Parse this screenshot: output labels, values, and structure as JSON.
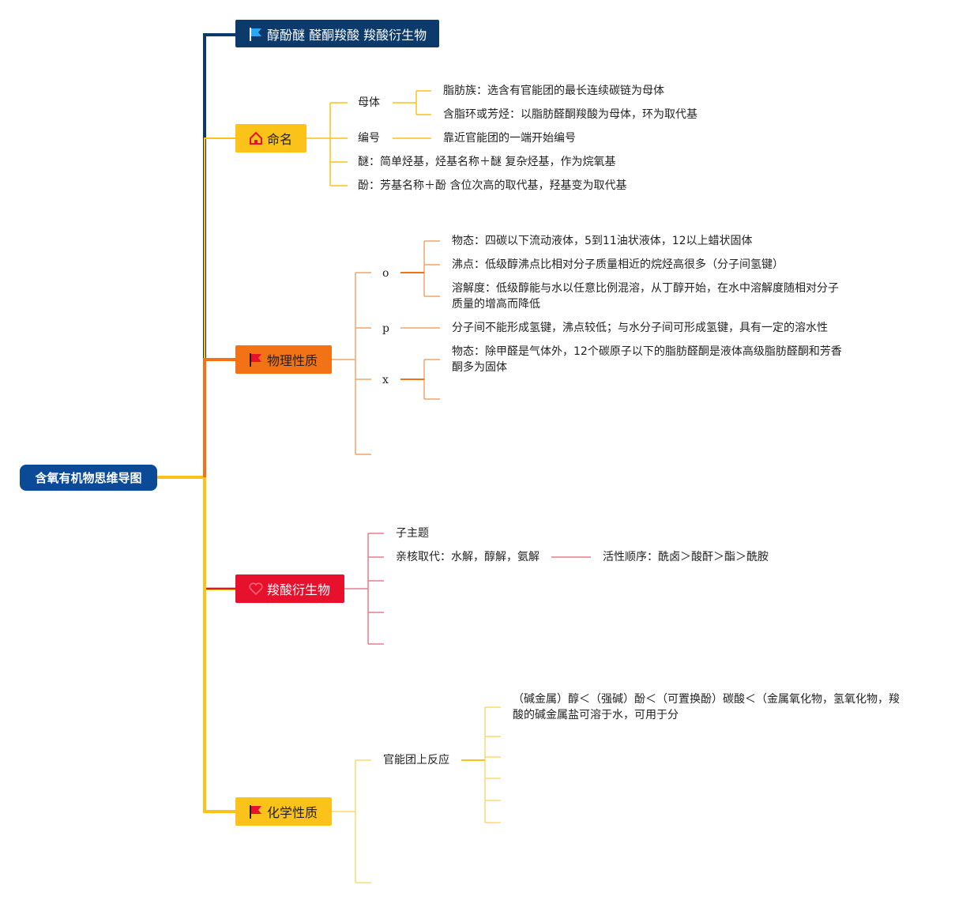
{
  "root": {
    "label": "含氧有机物思维导图"
  },
  "branches": {
    "overview": {
      "label": "醇酚醚 醛酮羧酸 羧酸衍生物",
      "icon": "flag-icon"
    },
    "naming": {
      "label": "命名",
      "icon": "house-icon",
      "parent": "母体",
      "aliphatic": "脂肪族：选含有官能团的最长连续碳链为母体",
      "ring": "含脂环或芳烃：以脂肪醛酮羧酸为母体，环为取代基",
      "numbering": "编号",
      "numbering_rule": "靠近官能团的一端开始编号",
      "ether": "醚：简单烃基，烃基名称＋醚 复杂烃基，作为烷氧基",
      "phenol": "酚：芳基名称＋酚 含位次高的取代基，羟基变为取代基"
    },
    "physical": {
      "label": "物理性质",
      "icon": "flag-icon",
      "o": "o",
      "o_state": "物态：四碳以下流动液体，5到11油状液体，12以上蜡状固体",
      "o_boil": "沸点：低级醇沸点比相对分子质量相近的烷烃高很多（分子间氢键）",
      "o_sol": "溶解度：低级醇能与水以任意比例混溶，从丁醇开始，在水中溶解度随相对分子质量的增高而降低",
      "p": "p",
      "p_text": "分子间不能形成氢键，沸点较低；与水分子间可形成氢键，具有一定的溶水性",
      "x": "x",
      "x_state": "物态：除甲醛是气体外，12个碳原子以下的脂肪醛酮是液体高级脂肪醛酮和芳香酮多为固体"
    },
    "derivatives": {
      "label": "羧酸衍生物",
      "icon": "heart-icon",
      "subtopic": "子主题",
      "nucleophilic": "亲核取代：水解，醇解，氨解",
      "order": "活性顺序：酰卤＞酸酐＞酯＞酰胺"
    },
    "chemical": {
      "label": "化学性质",
      "icon": "flag-icon",
      "reaction": "官能团上反应",
      "acidity": "（碱金属）醇＜（强碱）酚＜（可置换酚）碳酸＜（金属氧化物，氢氧化物，羧酸的碱金属盐可溶于水，可用于分"
    }
  },
  "colors": {
    "root": "#0a4a96",
    "overview": "#0b3a6b",
    "naming": "#fbc21a",
    "physical": "#f47216",
    "derivatives": "#e8112d",
    "chemical": "#fbc21a"
  }
}
